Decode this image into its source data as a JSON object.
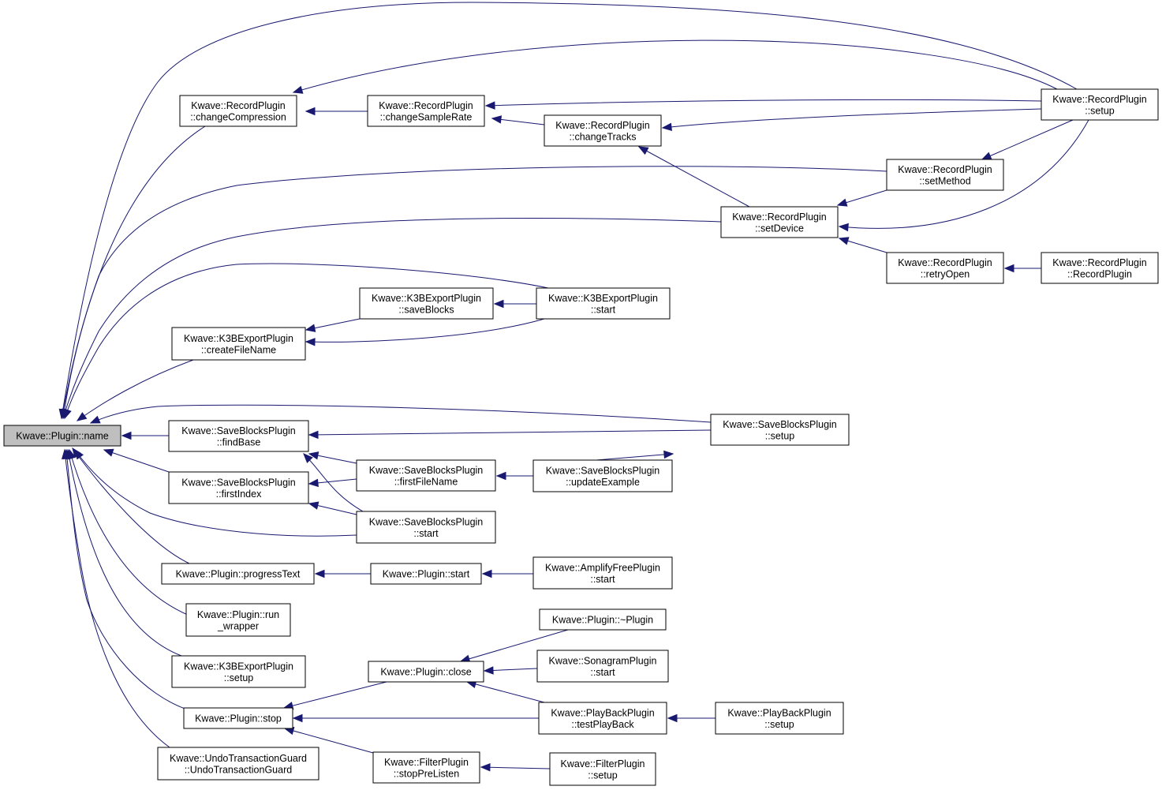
{
  "graph": {
    "nodes": [
      {
        "id": "name",
        "lines": [
          "Kwave::Plugin::name"
        ],
        "focus": true
      },
      {
        "id": "changeCompression",
        "lines": [
          "Kwave::RecordPlugin",
          "::changeCompression"
        ]
      },
      {
        "id": "changeSampleRate",
        "lines": [
          "Kwave::RecordPlugin",
          "::changeSampleRate"
        ]
      },
      {
        "id": "changeTracks",
        "lines": [
          "Kwave::RecordPlugin",
          "::changeTracks"
        ]
      },
      {
        "id": "rpSetup",
        "lines": [
          "Kwave::RecordPlugin",
          "::setup"
        ]
      },
      {
        "id": "setMethod",
        "lines": [
          "Kwave::RecordPlugin",
          "::setMethod"
        ]
      },
      {
        "id": "setDevice",
        "lines": [
          "Kwave::RecordPlugin",
          "::setDevice"
        ]
      },
      {
        "id": "retryOpen",
        "lines": [
          "Kwave::RecordPlugin",
          "::retryOpen"
        ]
      },
      {
        "id": "rpCtor",
        "lines": [
          "Kwave::RecordPlugin",
          "::RecordPlugin"
        ]
      },
      {
        "id": "saveBlocks",
        "lines": [
          "Kwave::K3BExportPlugin",
          "::saveBlocks"
        ]
      },
      {
        "id": "k3bStart",
        "lines": [
          "Kwave::K3BExportPlugin",
          "::start"
        ]
      },
      {
        "id": "createFileName",
        "lines": [
          "Kwave::K3BExportPlugin",
          "::createFileName"
        ]
      },
      {
        "id": "sbSetup",
        "lines": [
          "Kwave::SaveBlocksPlugin",
          "::setup"
        ]
      },
      {
        "id": "findBase",
        "lines": [
          "Kwave::SaveBlocksPlugin",
          "::findBase"
        ]
      },
      {
        "id": "firstFileName",
        "lines": [
          "Kwave::SaveBlocksPlugin",
          "::firstFileName"
        ]
      },
      {
        "id": "updateExample",
        "lines": [
          "Kwave::SaveBlocksPlugin",
          "::updateExample"
        ]
      },
      {
        "id": "firstIndex",
        "lines": [
          "Kwave::SaveBlocksPlugin",
          "::firstIndex"
        ]
      },
      {
        "id": "sbStart",
        "lines": [
          "Kwave::SaveBlocksPlugin",
          "::start"
        ]
      },
      {
        "id": "progressText",
        "lines": [
          "Kwave::Plugin::progressText"
        ]
      },
      {
        "id": "pStart",
        "lines": [
          "Kwave::Plugin::start"
        ]
      },
      {
        "id": "afStart",
        "lines": [
          "Kwave::AmplifyFreePlugin",
          "::start"
        ]
      },
      {
        "id": "runWrapper",
        "lines": [
          "Kwave::Plugin::run",
          "_wrapper"
        ]
      },
      {
        "id": "k3bSetup",
        "lines": [
          "Kwave::K3BExportPlugin",
          "::setup"
        ]
      },
      {
        "id": "dtor",
        "lines": [
          "Kwave::Plugin::~Plugin"
        ]
      },
      {
        "id": "sonStart",
        "lines": [
          "Kwave::SonagramPlugin",
          "::start"
        ]
      },
      {
        "id": "close",
        "lines": [
          "Kwave::Plugin::close"
        ]
      },
      {
        "id": "stop",
        "lines": [
          "Kwave::Plugin::stop"
        ]
      },
      {
        "id": "testPlayBack",
        "lines": [
          "Kwave::PlayBackPlugin",
          "::testPlayBack"
        ]
      },
      {
        "id": "pbSetup",
        "lines": [
          "Kwave::PlayBackPlugin",
          "::setup"
        ]
      },
      {
        "id": "utg",
        "lines": [
          "Kwave::UndoTransactionGuard",
          "::UndoTransactionGuard"
        ]
      },
      {
        "id": "stopPreListen",
        "lines": [
          "Kwave::FilterPlugin",
          "::stopPreListen"
        ]
      },
      {
        "id": "fSetup",
        "lines": [
          "Kwave::FilterPlugin",
          "::setup"
        ]
      }
    ],
    "edges": [
      {
        "from": "changeCompression",
        "to": "name"
      },
      {
        "from": "changeSampleRate",
        "to": "changeCompression"
      },
      {
        "from": "changeTracks",
        "to": "changeSampleRate"
      },
      {
        "from": "rpSetup",
        "to": "changeCompression"
      },
      {
        "from": "rpSetup",
        "to": "changeSampleRate"
      },
      {
        "from": "rpSetup",
        "to": "changeTracks"
      },
      {
        "from": "rpSetup",
        "to": "name"
      },
      {
        "from": "rpSetup",
        "to": "setMethod"
      },
      {
        "from": "rpSetup",
        "to": "setDevice"
      },
      {
        "from": "setDevice",
        "to": "changeTracks"
      },
      {
        "from": "setMethod",
        "to": "setDevice"
      },
      {
        "from": "setMethod",
        "to": "name"
      },
      {
        "from": "setDevice",
        "to": "name"
      },
      {
        "from": "retryOpen",
        "to": "setDevice"
      },
      {
        "from": "rpCtor",
        "to": "retryOpen"
      },
      {
        "from": "k3bStart",
        "to": "name"
      },
      {
        "from": "k3bStart",
        "to": "saveBlocks"
      },
      {
        "from": "k3bStart",
        "to": "createFileName"
      },
      {
        "from": "saveBlocks",
        "to": "createFileName"
      },
      {
        "from": "createFileName",
        "to": "name"
      },
      {
        "from": "sbSetup",
        "to": "name"
      },
      {
        "from": "sbSetup",
        "to": "findBase"
      },
      {
        "from": "findBase",
        "to": "name"
      },
      {
        "from": "firstFileName",
        "to": "findBase"
      },
      {
        "from": "sbStart",
        "to": "findBase"
      },
      {
        "from": "firstFileName",
        "to": "firstIndex"
      },
      {
        "from": "updateExample",
        "to": "firstFileName"
      },
      {
        "from": "updateExample",
        "to": "sbSetup"
      },
      {
        "from": "firstIndex",
        "to": "name"
      },
      {
        "from": "sbStart",
        "to": "firstIndex"
      },
      {
        "from": "sbStart",
        "to": "name"
      },
      {
        "from": "progressText",
        "to": "name"
      },
      {
        "from": "pStart",
        "to": "progressText"
      },
      {
        "from": "afStart",
        "to": "pStart"
      },
      {
        "from": "runWrapper",
        "to": "name"
      },
      {
        "from": "k3bSetup",
        "to": "name"
      },
      {
        "from": "stop",
        "to": "name"
      },
      {
        "from": "close",
        "to": "stop"
      },
      {
        "from": "dtor",
        "to": "close"
      },
      {
        "from": "sonStart",
        "to": "close"
      },
      {
        "from": "testPlayBack",
        "to": "close"
      },
      {
        "from": "testPlayBack",
        "to": "stop"
      },
      {
        "from": "pbSetup",
        "to": "testPlayBack"
      },
      {
        "from": "stopPreListen",
        "to": "stop"
      },
      {
        "from": "fSetup",
        "to": "stopPreListen"
      },
      {
        "from": "utg",
        "to": "name"
      }
    ]
  }
}
